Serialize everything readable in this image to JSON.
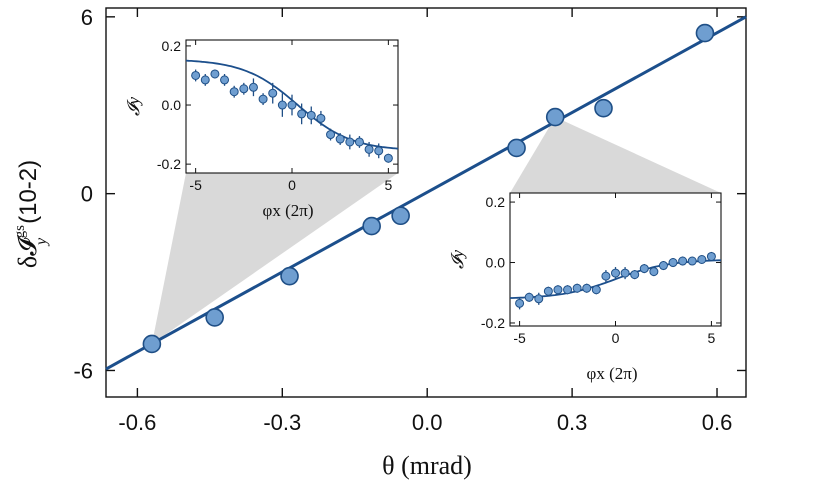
{
  "chart_data": [
    {
      "id": "main",
      "type": "scatter",
      "xlabel": "θ (mrad)",
      "ylabel": "δ𝓘",
      "ylabel_sup": "gs",
      "ylabel_sub": "y",
      "ylabel_unit": "(10-2)",
      "xlim": [
        -0.665,
        0.66
      ],
      "ylim": [
        -6.9,
        6.3
      ],
      "xticks": [
        -0.6,
        -0.3,
        0.0,
        0.3,
        0.6
      ],
      "xtick_labels": [
        "-0.6",
        "-0.3",
        "0.0",
        "0.3",
        "0.6"
      ],
      "yticks": [
        -6,
        0,
        6
      ],
      "ytick_labels": [
        "-6",
        "0",
        "6"
      ],
      "series": [
        {
          "x": [
            -0.57,
            -0.44,
            -0.285,
            -0.115,
            -0.055,
            0.185,
            0.265,
            0.365,
            0.575
          ],
          "y": [
            -5.1,
            -4.2,
            -2.8,
            -1.1,
            -0.75,
            1.55,
            2.6,
            2.9,
            5.45
          ]
        }
      ],
      "fit_line": {
        "x": [
          -0.665,
          0.66
        ],
        "y": [
          -5.95,
          6.0
        ]
      },
      "highlight": [
        {
          "from_point": 0,
          "to_inset": "inset_left"
        },
        {
          "from_point": 6,
          "to_inset": "inset_right"
        }
      ],
      "colors": {
        "line": "#1c4f8c",
        "marker_fill": "#6f9ed0",
        "marker_edge": "#1f4f86",
        "wedge": "#d9d9d9"
      }
    },
    {
      "id": "inset_left",
      "type": "scatter",
      "xlabel": "φx (2π)",
      "ylabel": "𝓘y",
      "xlim": [
        -5.5,
        5.5
      ],
      "ylim": [
        -0.23,
        0.22
      ],
      "xticks": [
        -5,
        0,
        5
      ],
      "xtick_labels": [
        "-5",
        "0",
        "5"
      ],
      "yticks": [
        0.2,
        0.0,
        -0.2
      ],
      "ytick_labels": [
        "0.2",
        "0.0",
        "-0.2"
      ],
      "series": [
        {
          "x": [
            -5.0,
            -4.5,
            -4.0,
            -3.5,
            -3.0,
            -2.5,
            -2.0,
            -1.5,
            -1.0,
            -0.5,
            0.0,
            0.5,
            1.0,
            1.5,
            2.0,
            2.5,
            3.0,
            3.5,
            4.0,
            4.5,
            5.0
          ],
          "y": [
            0.1,
            0.085,
            0.105,
            0.085,
            0.045,
            0.055,
            0.06,
            0.02,
            0.04,
            0.0,
            0.0,
            -0.03,
            -0.035,
            -0.045,
            -0.1,
            -0.115,
            -0.125,
            -0.125,
            -0.15,
            -0.155,
            -0.18
          ],
          "err": [
            0.02,
            0.02,
            0.015,
            0.02,
            0.02,
            0.02,
            0.03,
            0.02,
            0.035,
            0.04,
            0.035,
            0.035,
            0.03,
            0.025,
            0.02,
            0.02,
            0.025,
            0.02,
            0.025,
            0.025,
            0.015
          ]
        }
      ],
      "fit_curve": {
        "amplitude": 0.155,
        "center": 0.3,
        "width": 2.8
      }
    },
    {
      "id": "inset_right",
      "type": "scatter",
      "xlabel": "φx (2π)",
      "ylabel": "𝓘y",
      "xlim": [
        -5.5,
        5.5
      ],
      "ylim": [
        -0.21,
        0.23
      ],
      "xticks": [
        -5,
        0,
        5
      ],
      "xtick_labels": [
        "-5",
        "0",
        "5"
      ],
      "yticks": [
        0.2,
        0.0,
        -0.2
      ],
      "ytick_labels": [
        "0.2",
        "0.0",
        "-0.2"
      ],
      "series": [
        {
          "x": [
            -5.0,
            -4.5,
            -4.0,
            -3.5,
            -3.0,
            -2.5,
            -2.0,
            -1.5,
            -1.0,
            -0.5,
            0.0,
            0.5,
            1.0,
            1.5,
            2.0,
            2.5,
            3.0,
            3.5,
            4.0,
            4.5,
            5.0
          ],
          "y": [
            -0.135,
            -0.115,
            -0.12,
            -0.095,
            -0.09,
            -0.09,
            -0.085,
            -0.085,
            -0.09,
            -0.045,
            -0.035,
            -0.035,
            -0.04,
            -0.02,
            -0.03,
            -0.01,
            -0.0,
            0.005,
            0.005,
            0.01,
            0.02
          ],
          "err": [
            0.02,
            0.015,
            0.02,
            0.015,
            0.015,
            0.015,
            0.015,
            0.015,
            0.015,
            0.02,
            0.02,
            0.02,
            0.015,
            0.015,
            0.015,
            0.015,
            0.015,
            0.015,
            0.01,
            0.01,
            0.015
          ]
        }
      ],
      "fit_curve": {
        "amplitude": 0.065,
        "center": 0.0,
        "width": 2.8,
        "offset": -0.055
      }
    }
  ]
}
